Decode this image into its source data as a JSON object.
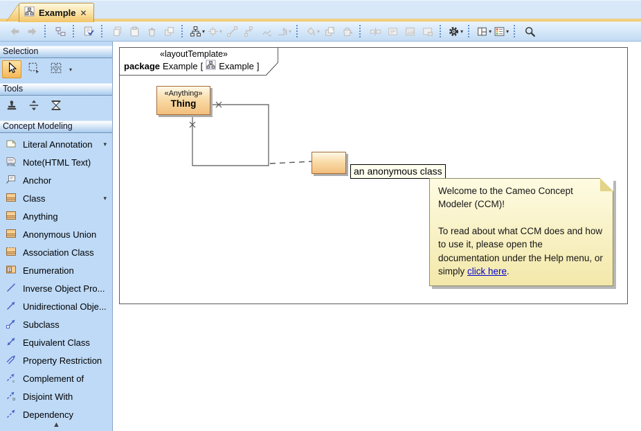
{
  "window": {
    "tab": {
      "label": "Example",
      "icon": "diagram"
    }
  },
  "toolbar": {
    "groups": [
      {
        "items": [
          {
            "icon": "back",
            "enabled": false
          },
          {
            "icon": "forward",
            "enabled": false
          }
        ]
      },
      {
        "items": [
          {
            "icon": "containment",
            "enabled": true
          }
        ]
      },
      {
        "items": [
          {
            "icon": "validate",
            "enabled": true
          }
        ]
      },
      {
        "items": [
          {
            "icon": "copy",
            "enabled": false
          },
          {
            "icon": "paste",
            "enabled": false
          },
          {
            "icon": "trash",
            "enabled": false
          },
          {
            "icon": "duplicate",
            "enabled": false
          }
        ]
      },
      {
        "items": [
          {
            "icon": "hierarchy",
            "enabled": true,
            "dropdown": true
          },
          {
            "icon": "align",
            "enabled": false,
            "dropdown": true
          },
          {
            "icon": "linetool",
            "enabled": false
          },
          {
            "icon": "elbow",
            "enabled": false
          },
          {
            "icon": "zigzag",
            "enabled": false
          },
          {
            "icon": "reroute",
            "enabled": false,
            "dropdown": true
          }
        ]
      },
      {
        "items": [
          {
            "icon": "bucket",
            "enabled": false,
            "dropdown": true
          },
          {
            "icon": "tofront",
            "enabled": false
          },
          {
            "icon": "bucket2",
            "enabled": false
          }
        ]
      },
      {
        "items": [
          {
            "icon": "compress2",
            "enabled": false
          },
          {
            "icon": "notecard",
            "enabled": false
          },
          {
            "icon": "imagebox",
            "enabled": false
          },
          {
            "icon": "monitor",
            "enabled": false
          }
        ]
      },
      {
        "items": [
          {
            "icon": "gear",
            "enabled": true,
            "dropdown": true
          }
        ]
      },
      {
        "items": [
          {
            "icon": "windowlayout",
            "enabled": true,
            "dropdown": true
          },
          {
            "icon": "listopts",
            "enabled": true,
            "dropdown": true
          }
        ]
      },
      {
        "items": [
          {
            "icon": "magnifier",
            "enabled": true
          }
        ]
      }
    ]
  },
  "sidebar": {
    "sections": [
      {
        "title": "Selection",
        "tools": [
          {
            "icon": "pointer",
            "selected": true
          },
          {
            "icon": "marquee"
          },
          {
            "icon": "multiselect",
            "dropdown": true
          }
        ]
      },
      {
        "title": "Tools",
        "tools": [
          {
            "icon": "stamp"
          },
          {
            "icon": "distribute"
          },
          {
            "icon": "compress"
          }
        ]
      },
      {
        "title": "Concept Modeling",
        "items": [
          {
            "icon": "literal-annotation",
            "label": "Literal Annotation",
            "dropdown": true
          },
          {
            "icon": "note-html",
            "label": "Note(HTML Text)"
          },
          {
            "icon": "anchor",
            "label": "Anchor"
          },
          {
            "icon": "classbox",
            "label": "Class",
            "dropdown": true
          },
          {
            "icon": "classbox",
            "label": "Anything"
          },
          {
            "icon": "classbox",
            "label": "Anonymous Union"
          },
          {
            "icon": "assocclass",
            "label": "Association Class"
          },
          {
            "icon": "enumeration",
            "label": "Enumeration"
          },
          {
            "icon": "invline",
            "label": "Inverse Object Pro..."
          },
          {
            "icon": "uniarrow",
            "label": "Unidirectional Obje..."
          },
          {
            "icon": "subclass",
            "label": "Subclass"
          },
          {
            "icon": "equivalent",
            "label": "Equivalent Class"
          },
          {
            "icon": "proprestrict",
            "label": "Property Restriction"
          },
          {
            "icon": "complement",
            "label": "Complement of"
          },
          {
            "icon": "disjoint",
            "label": "Disjoint With"
          },
          {
            "icon": "dependency",
            "label": "Dependency"
          }
        ]
      }
    ]
  },
  "canvas": {
    "frame": {
      "stereotype": "«layoutTemplate»",
      "keyword": "package",
      "name": "Example",
      "open": "[",
      "diagram": "Example",
      "close": "]"
    },
    "thing": {
      "stereotype": "«Anything»",
      "name": "Thing"
    },
    "anonymous_label": "an anonymous class",
    "note": {
      "p1": "Welcome to the Cameo Concept Modeler (CCM)!",
      "p2": "To read about what CCM does and how to use it, please open the documentation under the Help menu, or simply ",
      "link_label": "click here",
      "suffix": "."
    }
  },
  "colors": {
    "accent_gold": "#F2C261",
    "sidebar_blue": "#BEDAF7",
    "class_fill": "#F8CE92",
    "class_border": "#99672F",
    "note_fill": "#F3E8AA",
    "link": "#0000CC"
  }
}
